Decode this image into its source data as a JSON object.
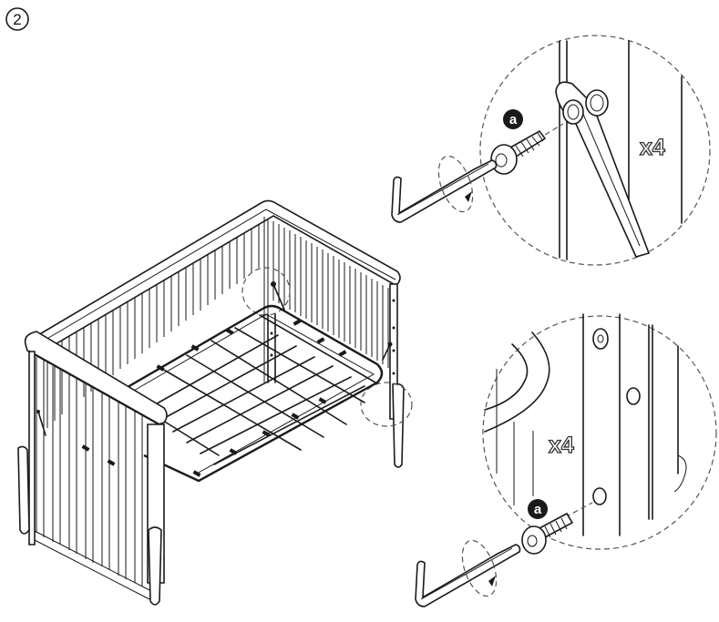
{
  "diagram": {
    "type": "assembly-instruction",
    "step_number": "2",
    "subject": "crib with bed spring frame",
    "details": [
      {
        "id": "detail-top",
        "part_label": "a",
        "quantity": "x4",
        "description": "Bolt a fastened through bracket arm into crib post with hex key"
      },
      {
        "id": "detail-bottom",
        "part_label": "a",
        "quantity": "x4",
        "description": "Bolt a fastened into crib end panel with hex key"
      }
    ],
    "tools": [
      "hex-key"
    ],
    "colors": {
      "line": "#1a1a1a",
      "badge": "#1a1a1a",
      "background": "#ffffff"
    }
  }
}
